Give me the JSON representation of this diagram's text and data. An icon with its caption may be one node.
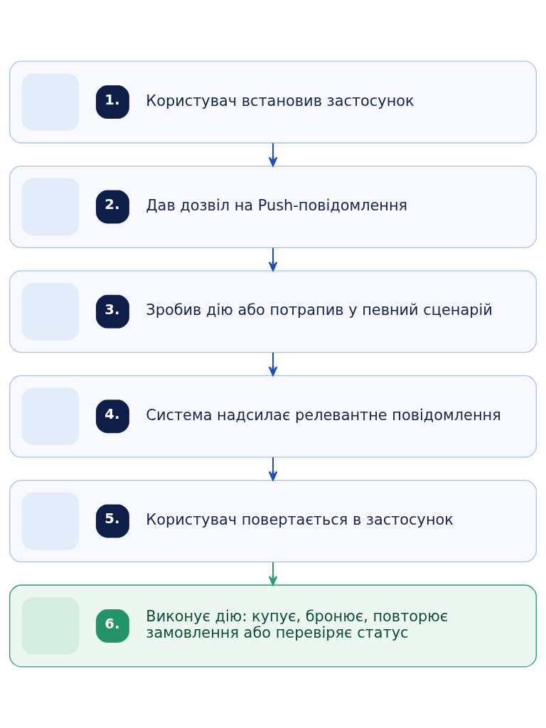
{
  "diagram": {
    "nodes": [
      {
        "text": [
          "1.",
          "Користувач встановив застосунок"
        ]
      },
      {
        "text": [
          "2.",
          "Дав дозвіл на Push-повідомлення"
        ]
      },
      {
        "text": [
          "3.",
          "Зробив дію або потрапив у певний сценарій"
        ]
      },
      {
        "text": [
          "4.",
          "Система надсилає релевантне повідомлення"
        ]
      },
      {
        "text": [
          "5.",
          "Користувач повертається в застосунок"
        ]
      },
      {
        "text": [
          "6.",
          "Виконує дію: купує, бронює, повторює замовлення або перевіряє статус"
        ]
      }
    ],
    "edges": [
      {
        "from": 0,
        "to": 1,
        "arrow": "to"
      },
      {
        "from": 1,
        "to": 2,
        "arrow": "to"
      },
      {
        "from": 2,
        "to": 3,
        "arrow": "to"
      },
      {
        "from": 3,
        "to": 4,
        "arrow": "to"
      },
      {
        "from": 4,
        "to": 5,
        "arrow": "to",
        "color": "#2e9a6e"
      }
    ]
  }
}
